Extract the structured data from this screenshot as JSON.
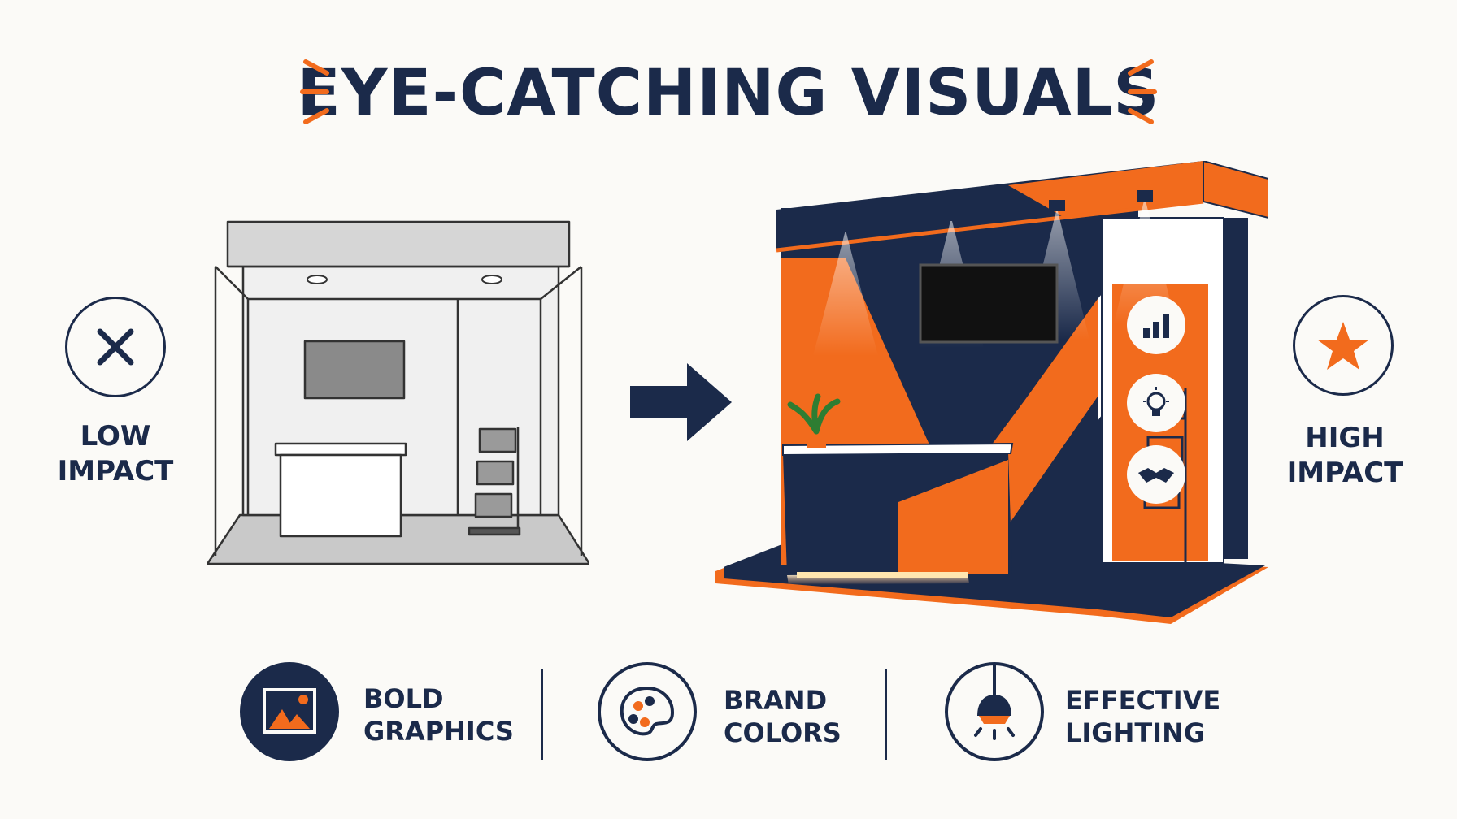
{
  "title": "EYE-CATCHING VISUALS",
  "colors": {
    "navy": "#1b2a4a",
    "orange": "#f26b1d",
    "gray": "#cfcfcf"
  },
  "left": {
    "icon": "x-icon",
    "label_line1": "LOW",
    "label_line2": "IMPACT"
  },
  "right": {
    "icon": "star-icon",
    "label_line1": "HIGH",
    "label_line2": "IMPACT"
  },
  "features": [
    {
      "icon": "image-icon",
      "line1": "BOLD",
      "line2": "GRAPHICS"
    },
    {
      "icon": "palette-icon",
      "line1": "BRAND",
      "line2": "COLORS"
    },
    {
      "icon": "lamp-icon",
      "line1": "EFFECTIVE",
      "line2": "LIGHTING"
    }
  ]
}
